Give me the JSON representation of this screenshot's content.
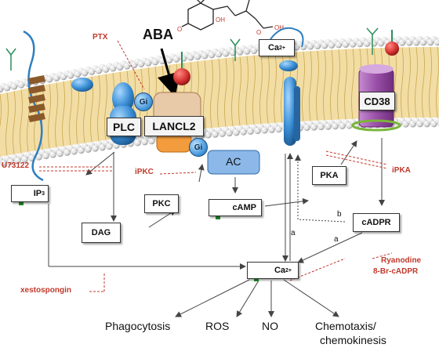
{
  "labels": {
    "aba": "ABA",
    "ptx": "PTX",
    "ca_ext": "Ca",
    "ca_ext_sup": "2+",
    "plc": "PLC",
    "lancl2": "LANCL2",
    "gi1": "Gi",
    "gi2": "Gi",
    "cd38": "CD38",
    "ac": "AC",
    "u73122": "U73122",
    "ipkc": "iPKC",
    "ipka": "iPKA",
    "ip3": "IP",
    "ip3_sub": "3",
    "pkc": "PKC",
    "camp": "cAMP",
    "pka": "PKA",
    "dag": "DAG",
    "cadpr": "cADPR",
    "b_label": "b",
    "a_label1": "a",
    "a_label2": "a",
    "ryanodine": "Ryanodine",
    "bromo": "8-Br-cADPR",
    "ca_int": "Ca",
    "ca_int_sup": "2+",
    "xestospongin": "xestospongin"
  },
  "outcomes": [
    "Phagocytosis",
    "ROS",
    "NO",
    "Chemotaxis/",
    "chemokinesis"
  ],
  "molecule_labels": {
    "oh": "OH",
    "o_left": "O",
    "o_right": "O",
    "cooh": "OH"
  },
  "colors": {
    "inhibitor_red": "#c0392b",
    "up_arrow_green": "#1e8f2e",
    "membrane_head": "#ffffff",
    "protein_blue": "#3b8fd6",
    "cd38_purple": "#a05aa8",
    "lancl2_tan": "#e8c9a8",
    "orange": "#f39c3d"
  }
}
